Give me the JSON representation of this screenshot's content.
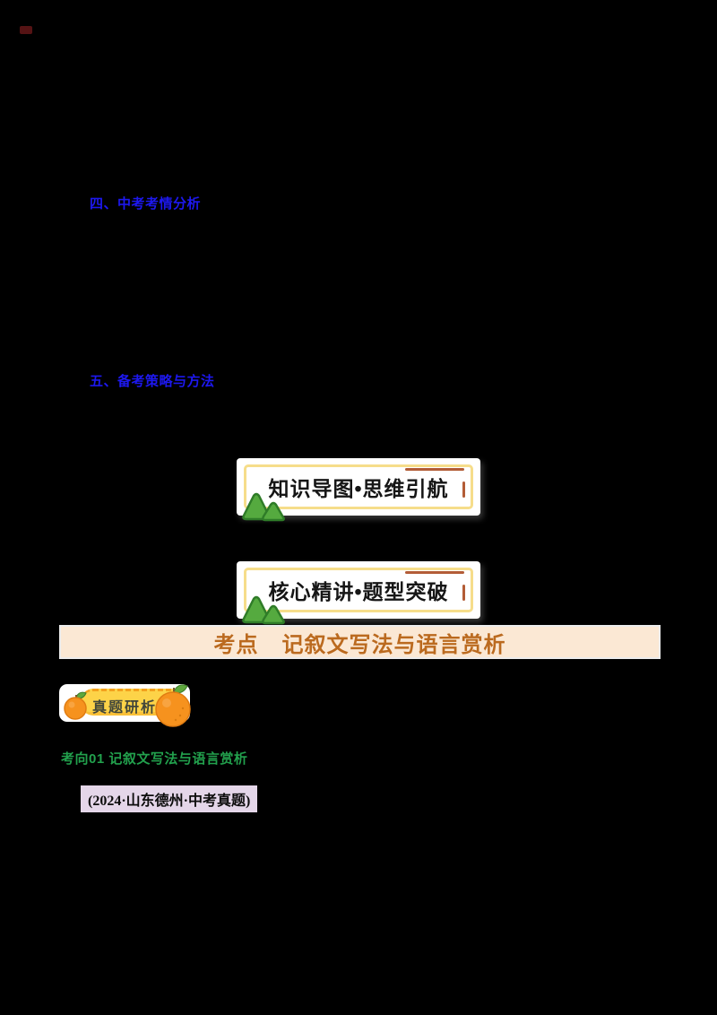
{
  "colors": {
    "page-bg": "#000000",
    "red-dot": "#551314",
    "blue": "#1d18ef",
    "frame-yellow": "#f6dd8a",
    "decor-brown": "#b35c36",
    "banner-bg": "#fbe8d4",
    "banner-text": "#bb6a1f",
    "ribbon-yellow": "#fdd348",
    "ribbon-orange": "#f3a01d",
    "badge-text": "#41463a",
    "green": "#22a14d",
    "lavender": "#e4d6e9",
    "mountain-green": "#55aa3f",
    "mountain-outline": "#2f7c28",
    "orange-fruit": "#f6921e"
  },
  "headings": {
    "blue_section_1": "四、中考考情分析",
    "blue_section_2": "五、备考策略与方法"
  },
  "cards": [
    {
      "title": "知识导图•思维引航"
    },
    {
      "title": "核心精讲•题型突破"
    }
  ],
  "banner": {
    "label": "考点",
    "title": "记叙文写法与语言赏析"
  },
  "badge": {
    "label": "真题研析"
  },
  "exam": {
    "direction": "考向01 记叙文写法与语言赏析",
    "source": "(2024·山东德州·中考真题)"
  }
}
